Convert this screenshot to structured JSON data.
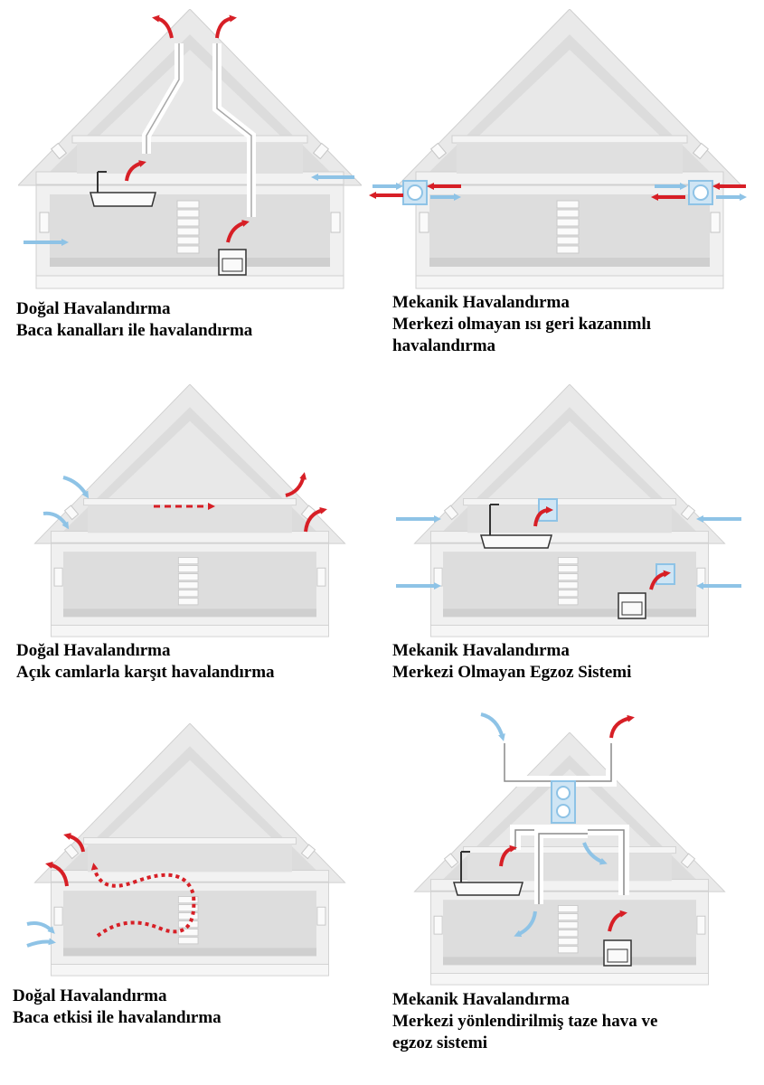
{
  "colors": {
    "supply_air": "#8ec3e6",
    "exhaust_air": "#d71f26",
    "wall": "#e4e4e4",
    "wall_light": "#f2f2f2",
    "floor": "#d5d5d5",
    "outline": "#c7c7c7"
  },
  "panels": [
    {
      "line1": "Doğal Havalandırma",
      "line2": "Baca kanalları ile havalandırma",
      "line3": ""
    },
    {
      "line1": "Mekanik Havalandırma",
      "line2": "Merkezi olmayan ısı geri kazanımlı",
      "line3": "havalandırma"
    },
    {
      "line1": "Doğal Havalandırma",
      "line2": "Açık camlarla karşıt havalandırma",
      "line3": ""
    },
    {
      "line1": "Mekanik Havalandırma",
      "line2": "Merkezi Olmayan Egzoz Sistemi",
      "line3": ""
    },
    {
      "line1": "Doğal Havalandırma",
      "line2": "Baca etkisi ile havalandırma",
      "line3": ""
    },
    {
      "line1": "Mekanik Havalandırma",
      "line2": "Merkezi yönlendirilmiş taze hava ve",
      "line3": "egzoz sistemi"
    }
  ]
}
